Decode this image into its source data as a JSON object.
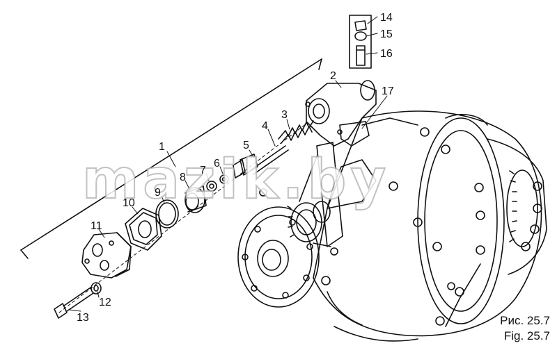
{
  "figure": {
    "caption_ru": "Рис. 25.7",
    "caption_en": "Fig. 25.7",
    "watermark": "mazik.by"
  },
  "callouts": [
    {
      "id": "c1",
      "label": "1"
    },
    {
      "id": "c2",
      "label": "2"
    },
    {
      "id": "c3",
      "label": "3"
    },
    {
      "id": "c4",
      "label": "4"
    },
    {
      "id": "c5",
      "label": "5"
    },
    {
      "id": "c6",
      "label": "6"
    },
    {
      "id": "c7",
      "label": "7"
    },
    {
      "id": "c8",
      "label": "8"
    },
    {
      "id": "c9",
      "label": "9"
    },
    {
      "id": "c10",
      "label": "10"
    },
    {
      "id": "c11",
      "label": "11"
    },
    {
      "id": "c12",
      "label": "12"
    },
    {
      "id": "c13",
      "label": "13"
    },
    {
      "id": "c14",
      "label": "14"
    },
    {
      "id": "c15",
      "label": "15"
    },
    {
      "id": "c16",
      "label": "16"
    },
    {
      "id": "c17",
      "label": "17"
    }
  ]
}
